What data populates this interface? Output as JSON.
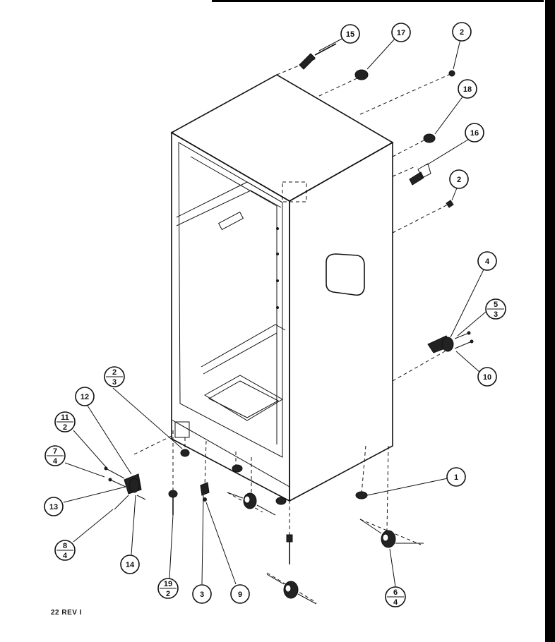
{
  "footer": {
    "revision": "22 REV I"
  },
  "callouts": [
    {
      "id": "c15",
      "text": "15"
    },
    {
      "id": "c17",
      "text": "17"
    },
    {
      "id": "c2a",
      "text": "2"
    },
    {
      "id": "c18",
      "text": "18"
    },
    {
      "id": "c16",
      "text": "16"
    },
    {
      "id": "c2b",
      "text": "2"
    },
    {
      "id": "c4",
      "text": "4"
    },
    {
      "id": "c10",
      "text": "10"
    },
    {
      "id": "c1",
      "text": "1"
    },
    {
      "id": "c12",
      "text": "12"
    },
    {
      "id": "c13",
      "text": "13"
    },
    {
      "id": "c14",
      "text": "14"
    },
    {
      "id": "c3",
      "text": "3"
    },
    {
      "id": "c9",
      "text": "9"
    }
  ],
  "fraction_callouts": [
    {
      "id": "f53",
      "num": "5",
      "den": "3"
    },
    {
      "id": "f23",
      "num": "2",
      "den": "3"
    },
    {
      "id": "f112",
      "num": "11",
      "den": "2"
    },
    {
      "id": "f74",
      "num": "7",
      "den": "4"
    },
    {
      "id": "f84",
      "num": "8",
      "den": "4"
    },
    {
      "id": "f192",
      "num": "19",
      "den": "2"
    },
    {
      "id": "f64",
      "num": "6",
      "den": "4"
    }
  ]
}
